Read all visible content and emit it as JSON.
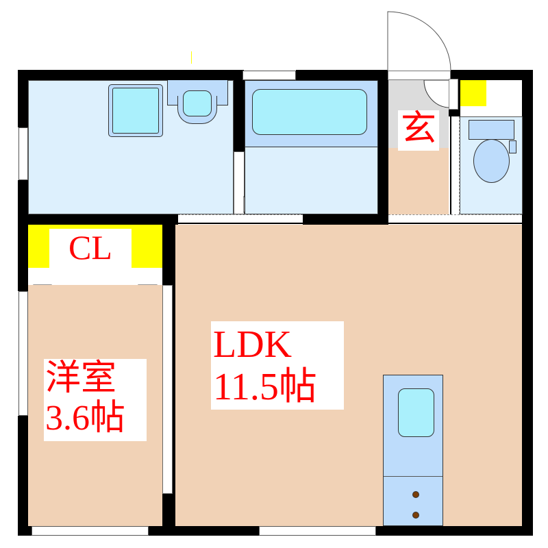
{
  "floorplan": {
    "colors": {
      "wall": "#000000",
      "wet_area": "#ddf0fd",
      "fixture": "#bddcfb",
      "fixture_inner": "#aaf0fc",
      "floor": "#f1d2b6",
      "entrance_tile": "#dcdcdc",
      "closet": "#ffff00",
      "label_text": "#ff0000",
      "knob": "#7a3e08"
    },
    "rooms": {
      "closet": {
        "label": "CL"
      },
      "western_room": {
        "name": "洋室",
        "size": "3.6帖"
      },
      "ldk": {
        "name": "LDK",
        "size": "11.5帖"
      },
      "entrance": {
        "label": "玄"
      }
    }
  }
}
